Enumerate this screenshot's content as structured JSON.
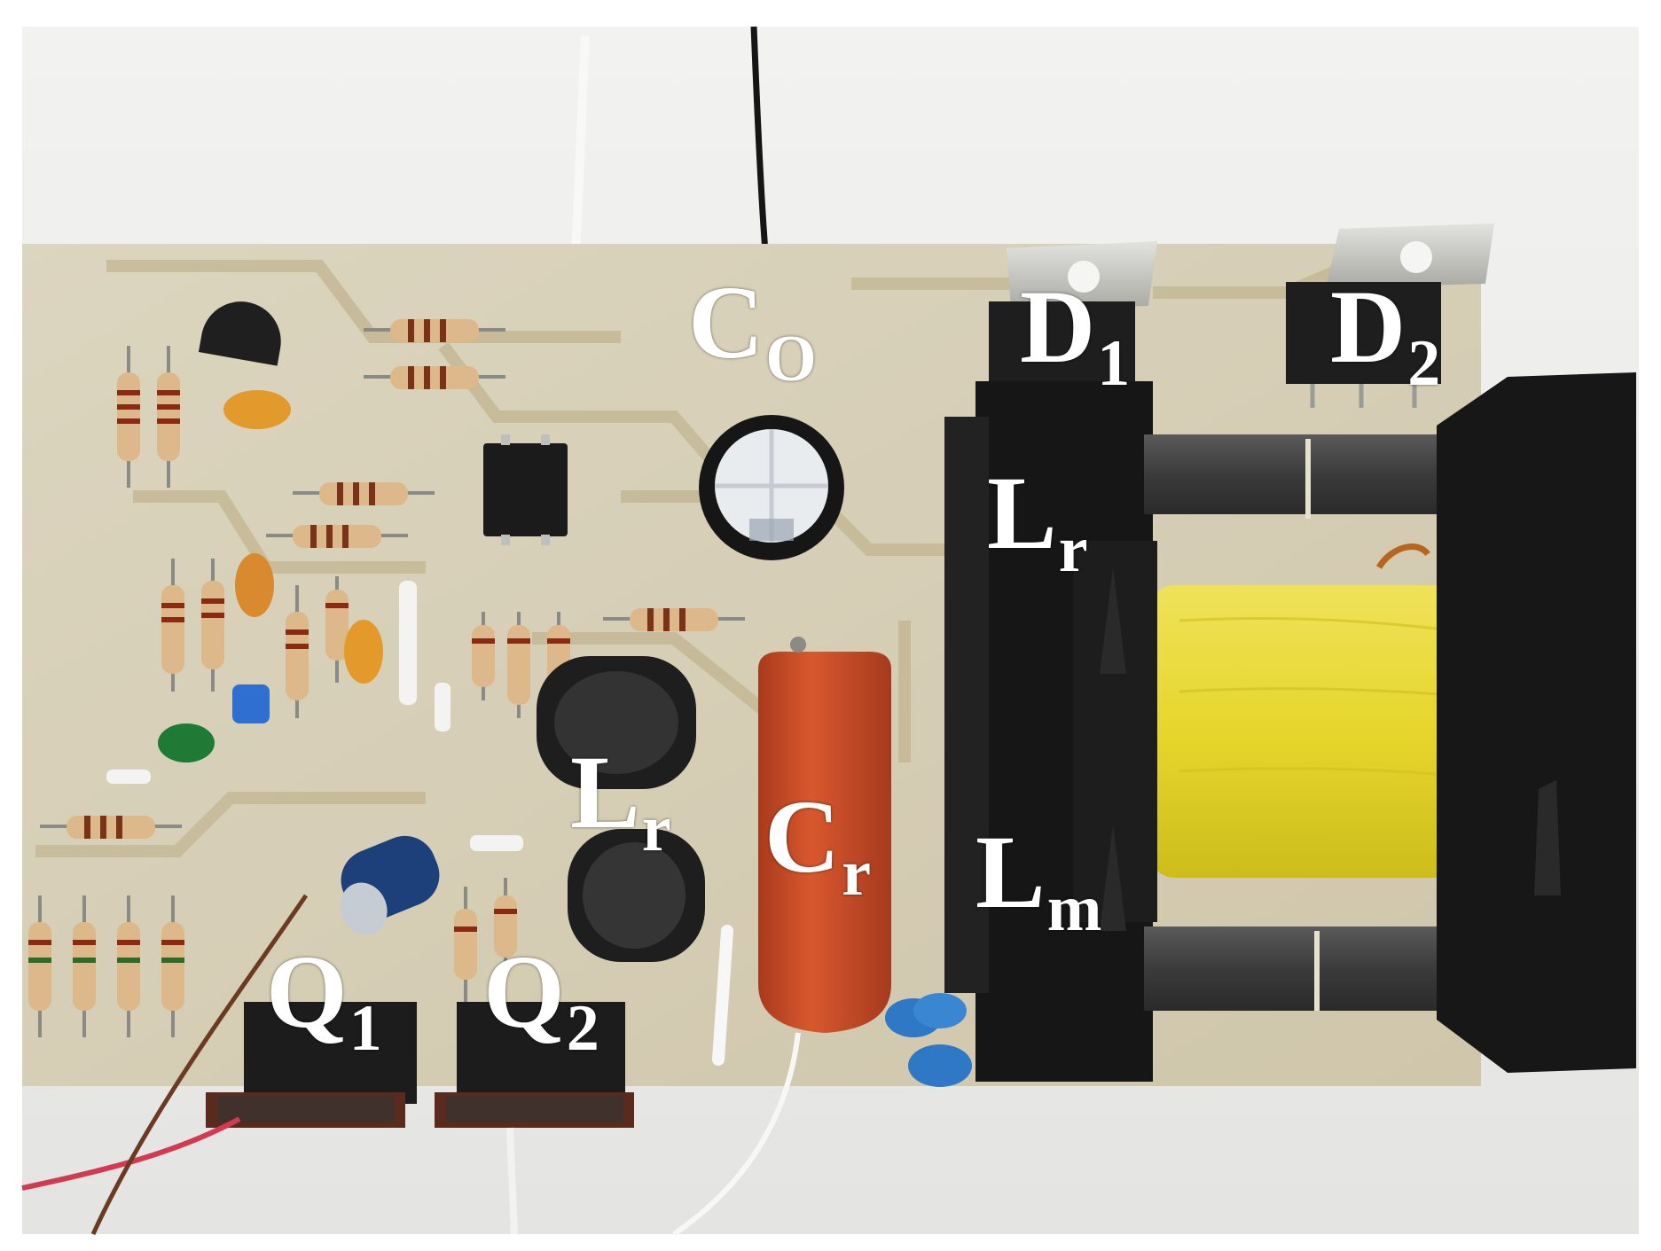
{
  "photo": {
    "subject": "prototype-converter-board",
    "colors": {
      "background": "#ececea",
      "board": "#d9d1ba",
      "trace": "#c9bd9c",
      "black_part": "#1c1c1c",
      "heatsink": "#c8c8c4",
      "bobbin": "#e9dc3a",
      "resonant_capacitor": "#c84a26",
      "label": "#ffffff"
    }
  },
  "labels": {
    "co": {
      "main": "C",
      "sub": "O"
    },
    "d1": {
      "main": "D",
      "sub": "1"
    },
    "d2": {
      "main": "D",
      "sub": "2"
    },
    "lr_top": {
      "main": "L",
      "sub": "r"
    },
    "lr_mid": {
      "main": "L",
      "sub": "r"
    },
    "cr": {
      "main": "C",
      "sub": "r"
    },
    "lm": {
      "main": "L",
      "sub": "m"
    },
    "q1": {
      "main": "Q",
      "sub": "1"
    },
    "q2": {
      "main": "Q",
      "sub": "2"
    }
  }
}
